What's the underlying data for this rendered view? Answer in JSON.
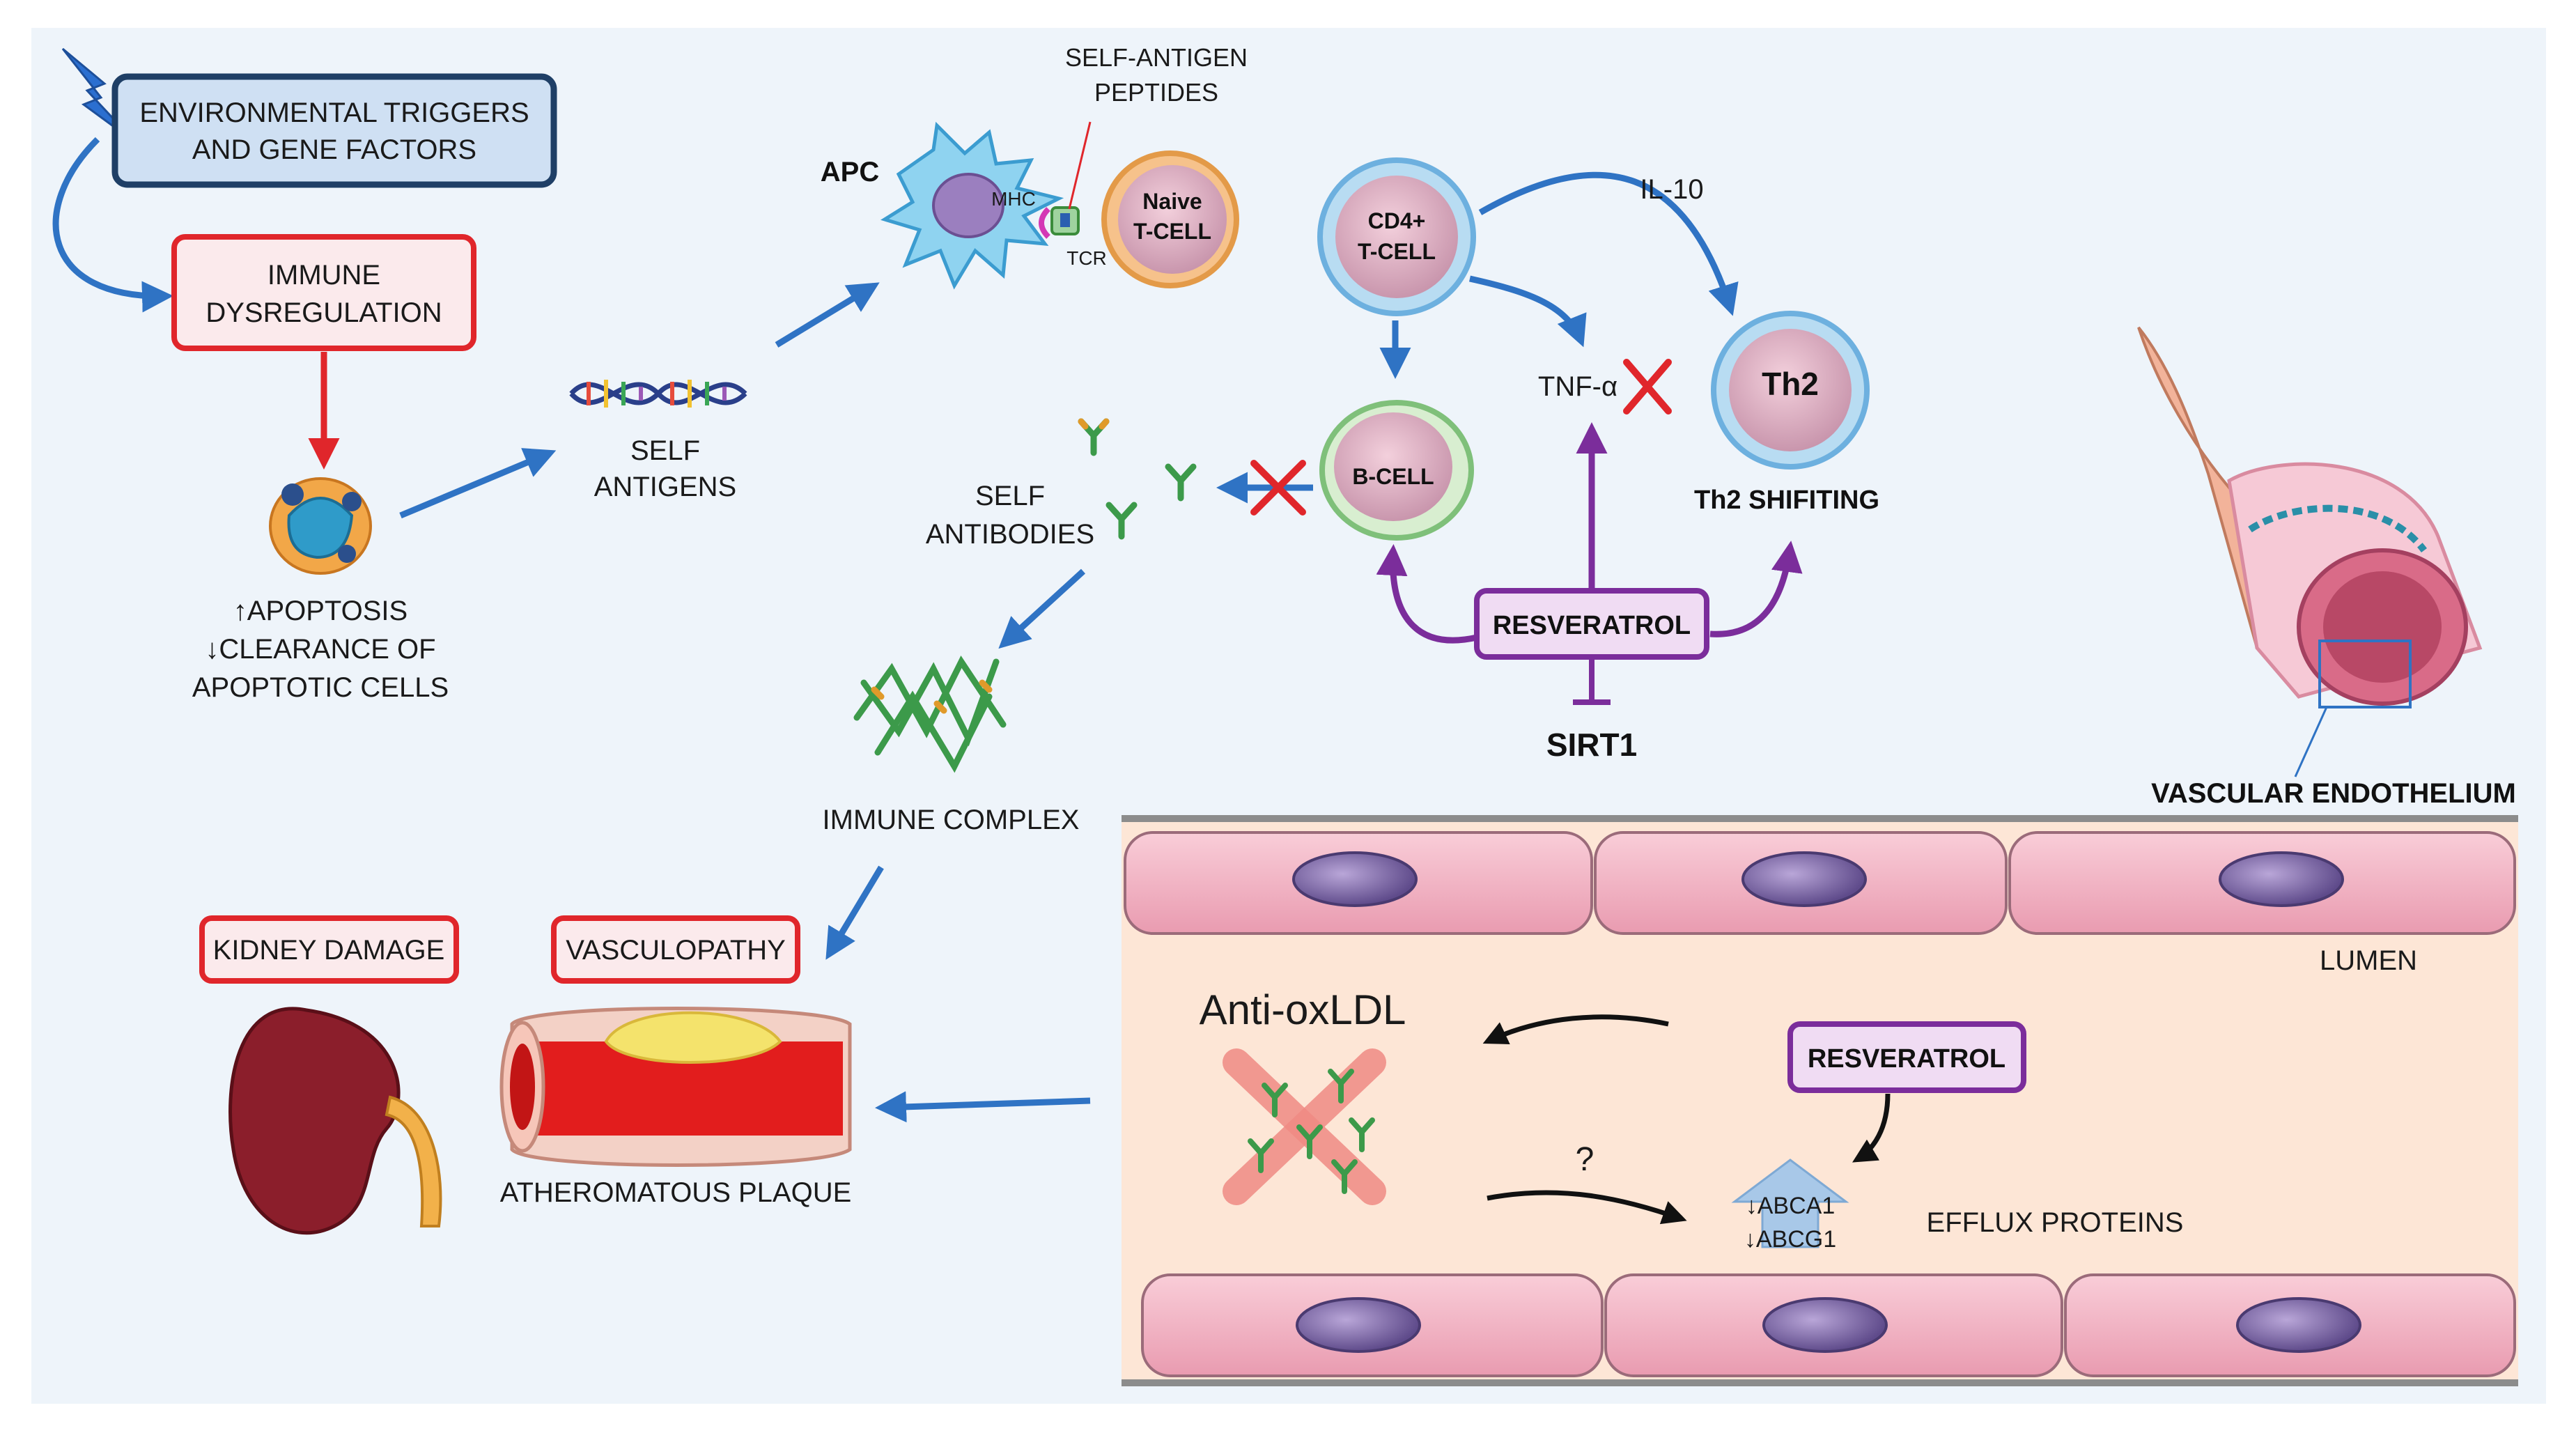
{
  "boxes": {
    "env_line1": "ENVIRONMENTAL TRIGGERS",
    "env_line2": "AND GENE FACTORS",
    "immune_line1": "IMMUNE",
    "immune_line2": "DYSREGULATION",
    "kidney": "KIDNEY DAMAGE",
    "vasculopathy": "VASCULOPATHY",
    "resveratrol_top": "RESVERATROL",
    "resveratrol_bottom": "RESVERATROL"
  },
  "labels": {
    "apoptosis_1": "↑APOPTOSIS",
    "apoptosis_2": "↓CLEARANCE OF",
    "apoptosis_3": "APOPTOTIC CELLS",
    "self_antigens_1": "SELF",
    "self_antigens_2": "ANTIGENS",
    "apc": "APC",
    "mhc": "MHC",
    "tcr": "TCR",
    "self_antigen_peptides_1": "SELF-ANTIGEN",
    "self_antigen_peptides_2": "PEPTIDES",
    "naive_1": "Naive",
    "naive_2": "T-CELL",
    "cd4_1": "CD4+",
    "cd4_2": "T-CELL",
    "il10": "IL-10",
    "tnf": "TNF-α",
    "th2": "Th2",
    "th2_shifting": "Th2 SHIFITING",
    "bcell": "B-CELL",
    "self_antibodies_1": "SELF",
    "self_antibodies_2": "ANTIBODIES",
    "sirt1": "SIRT1",
    "immune_complex": "IMMUNE COMPLEX",
    "vascular_endothelium": "VASCULAR ENDOTHELIUM",
    "lumen": "LUMEN",
    "anti_oxldl": "Anti-oxLDL",
    "question": "?",
    "abca1": "↓ABCA1",
    "abcg1": "↓ABCG1",
    "efflux": "EFFLUX PROTEINS",
    "atheromatous_plaque": "ATHEROMATOUS PLAQUE"
  },
  "colors": {
    "arrow_blue": "#2f73c4",
    "red_box": "#e0262b",
    "purple": "#7b2d9b",
    "background": "#eef4fa",
    "env_box_fill": "#cfe0f3",
    "env_box_stroke": "#1f3f66",
    "endothelial_cell": "#f4b7c7",
    "lumen_fill": "#fde6d6"
  }
}
